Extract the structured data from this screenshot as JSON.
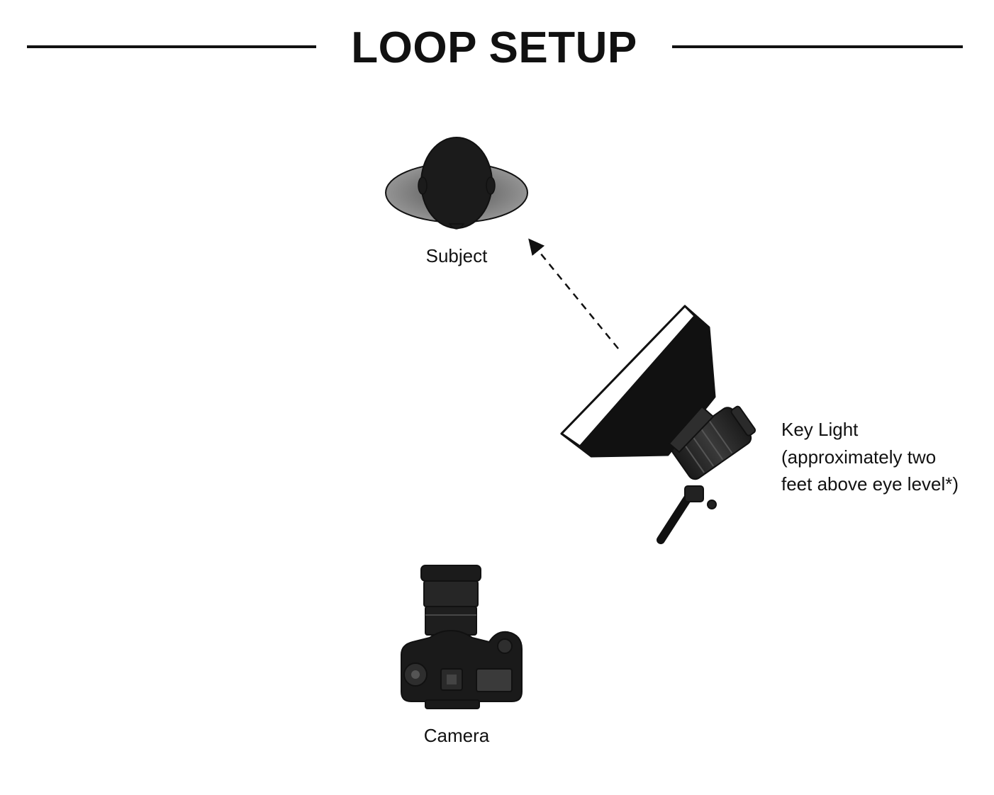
{
  "title": "LOOP SETUP",
  "labels": {
    "subject": "Subject",
    "key_light": "Key Light",
    "key_light_note_line1": "(approximately two",
    "key_light_note_line2": "feet above eye level*)",
    "camera": "Camera"
  },
  "icons": {
    "subject": "head-top-view-icon",
    "key_light": "softbox-light-icon",
    "camera": "dslr-camera-icon",
    "arrow": "dashed-arrow-icon"
  },
  "colors": {
    "ink": "#111111",
    "shoulders": "#8c8c8c",
    "softbox_diffuser": "#ffffff",
    "background": "#ffffff"
  }
}
